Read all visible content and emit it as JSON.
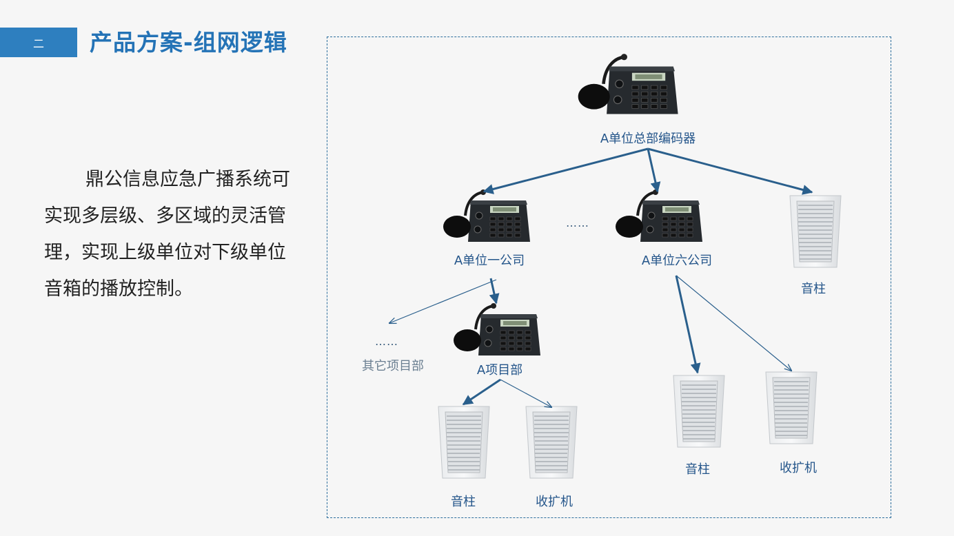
{
  "header": {
    "section_number": "二",
    "title": "产品方案-组网逻辑"
  },
  "description": "鼎公信息应急广播系统可实现多层级、多区域的灵活管理，实现上级单位对下级单位音箱的播放控制。",
  "diagram": {
    "hq_encoder": "A单位总部编码器",
    "branch_one": "A单位一公司",
    "branch_six": "A单位六公司",
    "branch_ellipsis": "……",
    "project": "A项目部",
    "other_projects_ellipsis": "……",
    "other_projects": "其它项目部",
    "hq_speaker": "音柱",
    "project_speaker": "音柱",
    "project_amplifier": "收扩机",
    "six_speaker": "音柱",
    "six_amplifier": "收扩机"
  },
  "colors": {
    "accent": "#2e7fbf",
    "title": "#2473b6",
    "arrow": "#2a5f8c"
  }
}
